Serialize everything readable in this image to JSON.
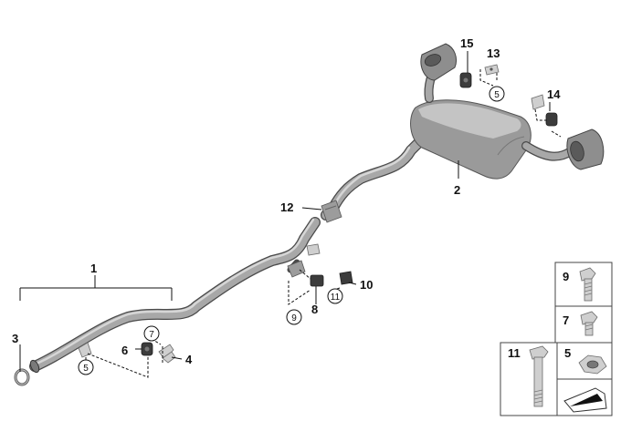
{
  "callouts": {
    "c1": "1",
    "c2": "2",
    "c3": "3",
    "c4": "4",
    "c6": "6",
    "c8": "8",
    "c10": "10",
    "c12": "12",
    "c13": "13",
    "c14": "14",
    "c15": "15"
  },
  "circled_refs": {
    "r5a": "5",
    "r5b": "5",
    "r7": "7",
    "r9": "9",
    "r11": "11"
  },
  "legend": {
    "n9": "9",
    "n7": "7",
    "n11": "11",
    "n5": "5"
  },
  "colors": {
    "pipe": "#a8a8a8",
    "pipe_outline": "#4a4a4a",
    "rubber": "#3c3c3c",
    "background": "#ffffff"
  }
}
